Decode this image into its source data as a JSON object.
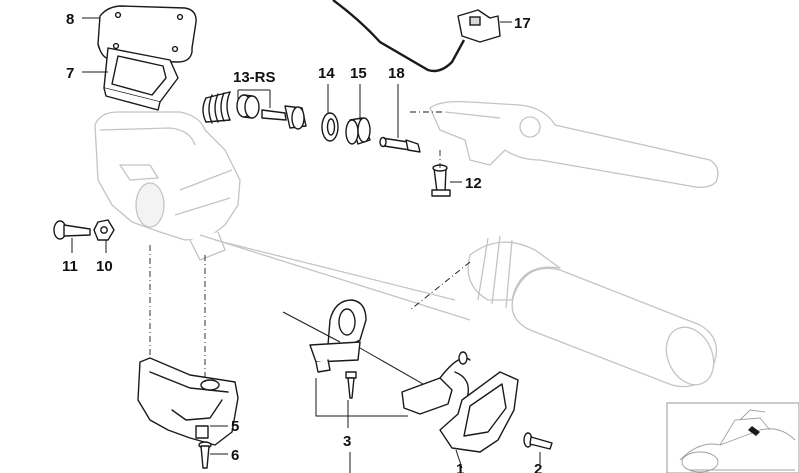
{
  "diagram": {
    "callouts": {
      "c1": "1",
      "c2": "2",
      "c3": "3",
      "c5": "5",
      "c6": "6",
      "c7": "7",
      "c8": "8",
      "c10": "10",
      "c11": "11",
      "c12": "12",
      "c13": "13-RS",
      "c14": "14",
      "c15": "15",
      "c17": "17",
      "c18": "18"
    },
    "colors": {
      "line": "#1a1a1a",
      "ghost": "#c4c4c4",
      "background": "#ffffff"
    }
  }
}
